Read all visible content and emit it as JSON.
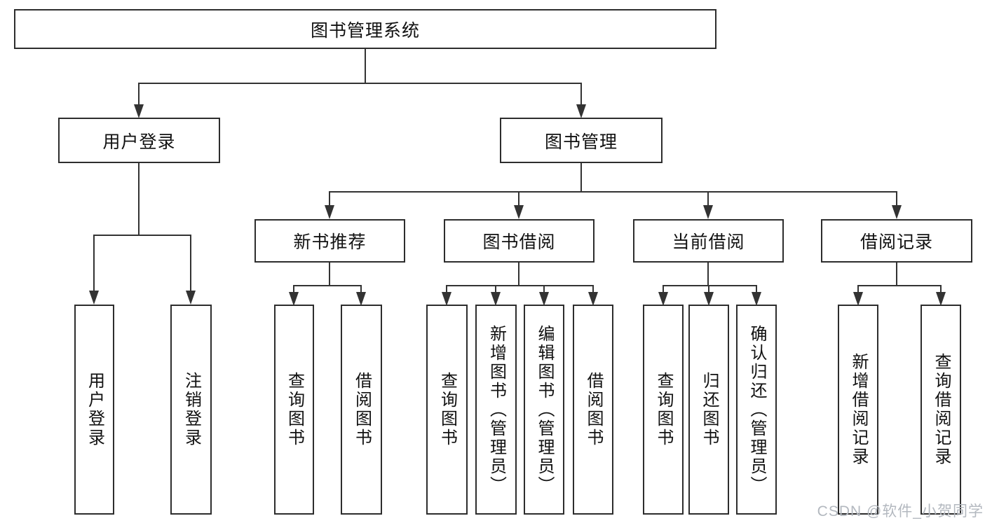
{
  "diagram": {
    "type": "hierarchy-tree",
    "title": "图书管理系统"
  },
  "nodes": {
    "root": "图书管理系统",
    "user_login": "用户登录",
    "book_mgmt": "图书管理",
    "new_book_rec": "新书推荐",
    "book_borrow": "图书借阅",
    "current_borrow": "当前借阅",
    "borrow_records": "借阅记录",
    "leaf_user_login": "用户登录",
    "leaf_logout": "注销登录",
    "nb_query_books": "查询图书",
    "nb_borrow_books": "借阅图书",
    "bb_query_books": "查询图书",
    "bb_add_books": "新增图书（管理员）",
    "bb_edit_books": "编辑图书（管理员）",
    "bb_borrow_books": "借阅图书",
    "cb_query_books": "查询图书",
    "cb_return_books": "归还图书",
    "cb_confirm_return": "确认归还（管理员）",
    "br_add_record": "新增借阅记录",
    "br_query_record": "查询借阅记录"
  },
  "watermark": "CSDN @软件_小贺同学",
  "colors": {
    "background": "#ffffff",
    "box_border": "#2d2d2d",
    "line": "#333333",
    "text": "#111111",
    "watermark": "#b3b8bf"
  }
}
